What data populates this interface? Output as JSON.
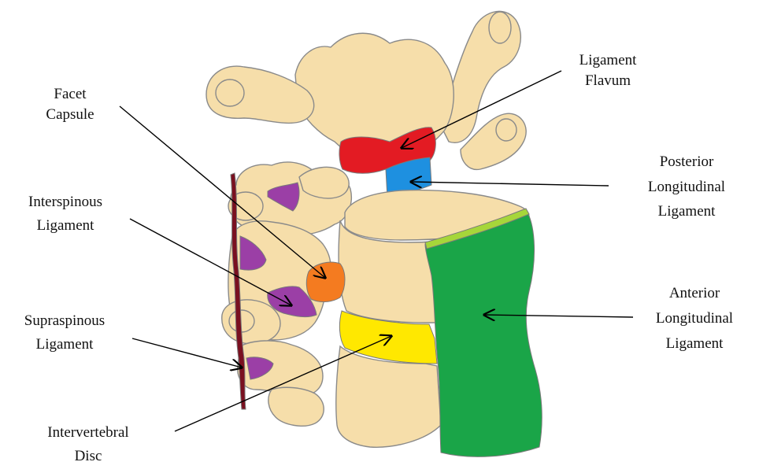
{
  "labels": {
    "ligament_flavum": [
      "Ligament",
      "Flavum"
    ],
    "facet_capsule": [
      "Facet",
      "Capsule"
    ],
    "posterior_longitudinal": [
      "Posterior",
      "Longitudinal",
      "Ligament"
    ],
    "interspinous": [
      "Interspinous",
      "Ligament"
    ],
    "anterior_longitudinal": [
      "Anterior",
      "Longitudinal",
      "Ligament"
    ],
    "supraspinous": [
      "Supraspinous",
      "Ligament"
    ],
    "intervertebral_disc": [
      "Intervertebral",
      "Disc"
    ]
  },
  "colors": {
    "bone": "#f6deaa",
    "ligament_flavum": "#e31b23",
    "posterior_longitudinal": "#1e90e0",
    "facet_capsule": "#f47b20",
    "interspinous": "#9b3fa6",
    "anterior_longitudinal": "#1aa548",
    "anterior_longitudinal_top": "#a6d63a",
    "intervertebral_disc": "#ffe800",
    "supraspinous": "#7a1020"
  }
}
